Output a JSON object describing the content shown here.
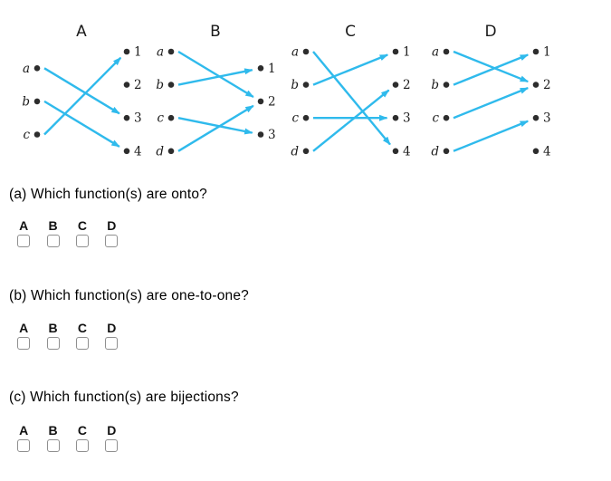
{
  "colors": {
    "arrow": "#2fbaec",
    "dot": "#2d2d2d",
    "text": "#000000",
    "checkbox_border": "#8f8f8f"
  },
  "diagrams": [
    {
      "title": "A",
      "domain": [
        "a",
        "b",
        "c"
      ],
      "codomain": [
        "1",
        "2",
        "3",
        "4"
      ],
      "mappings": [
        [
          "a",
          "3"
        ],
        [
          "b",
          "4"
        ],
        [
          "c",
          "1"
        ]
      ]
    },
    {
      "title": "B",
      "domain": [
        "a",
        "b",
        "c",
        "d"
      ],
      "codomain": [
        "1",
        "2",
        "3"
      ],
      "mappings": [
        [
          "a",
          "2"
        ],
        [
          "b",
          "1"
        ],
        [
          "c",
          "3"
        ],
        [
          "d",
          "2"
        ]
      ]
    },
    {
      "title": "C",
      "domain": [
        "a",
        "b",
        "c",
        "d"
      ],
      "codomain": [
        "1",
        "2",
        "3",
        "4"
      ],
      "mappings": [
        [
          "a",
          "4"
        ],
        [
          "b",
          "1"
        ],
        [
          "c",
          "3"
        ],
        [
          "d",
          "2"
        ]
      ]
    },
    {
      "title": "D",
      "domain": [
        "a",
        "b",
        "c",
        "d"
      ],
      "codomain": [
        "1",
        "2",
        "3",
        "4"
      ],
      "mappings": [
        [
          "a",
          "2"
        ],
        [
          "b",
          "1"
        ],
        [
          "c",
          "2"
        ],
        [
          "d",
          "3"
        ]
      ]
    }
  ],
  "questions": [
    {
      "id": "a",
      "text": "(a) Which function(s) are onto?",
      "options": [
        {
          "label": "A",
          "checked": false
        },
        {
          "label": "B",
          "checked": false
        },
        {
          "label": "C",
          "checked": false
        },
        {
          "label": "D",
          "checked": false
        }
      ]
    },
    {
      "id": "b",
      "text": "(b) Which function(s) are one-to-one?",
      "options": [
        {
          "label": "A",
          "checked": false
        },
        {
          "label": "B",
          "checked": false
        },
        {
          "label": "C",
          "checked": false
        },
        {
          "label": "D",
          "checked": false
        }
      ]
    },
    {
      "id": "c",
      "text": "(c) Which function(s) are bijections?",
      "options": [
        {
          "label": "A",
          "checked": false
        },
        {
          "label": "B",
          "checked": false
        },
        {
          "label": "C",
          "checked": false
        },
        {
          "label": "D",
          "checked": false
        }
      ]
    }
  ]
}
